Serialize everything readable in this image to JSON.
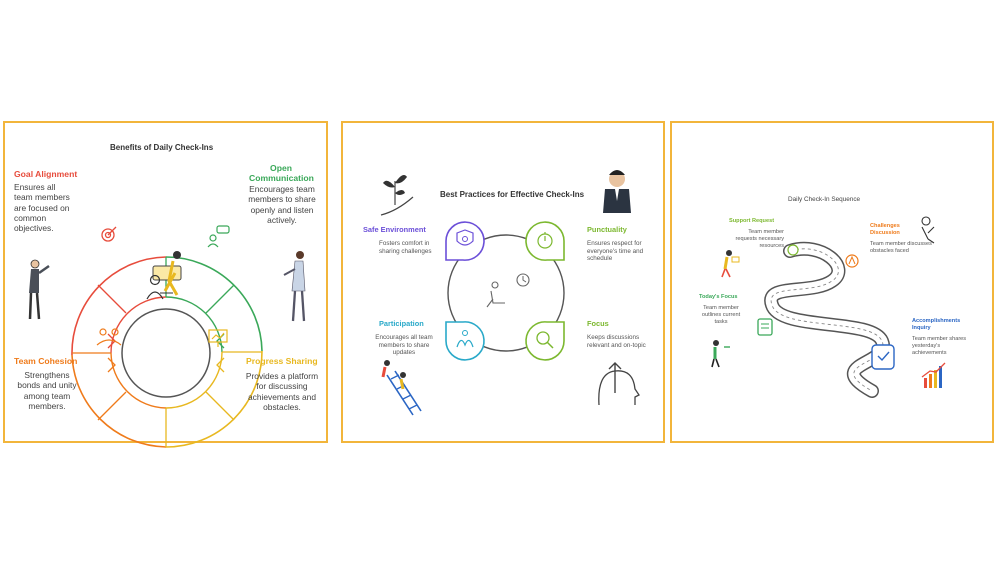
{
  "colors": {
    "border": "#f2b53b",
    "red": "#e74c3c",
    "green": "#3aa859",
    "yellow": "#e8b820",
    "orange": "#ef7b1b",
    "blue": "#6b4fd8",
    "teal": "#29a9c9",
    "lime": "#7cb82f",
    "navy": "#2b66c4"
  },
  "benefits": {
    "title": "Benefits of Daily Check-Ins",
    "goal": {
      "heading": "Goal Alignment",
      "text": "Ensures all team members are focused on common objectives."
    },
    "open": {
      "heading": "Open Communication",
      "text": "Encourages team members to share openly and listen actively."
    },
    "cohesion": {
      "heading": "Team Cohesion",
      "text": "Strengthens bonds and unity among team members."
    },
    "progress": {
      "heading": "Progress Sharing",
      "text": "Provides a platform for discussing achievements and obstacles."
    }
  },
  "practices": {
    "title": "Best Practices for Effective Check-Ins",
    "safe": {
      "heading": "Safe Environment",
      "text": "Fosters comfort in sharing challenges"
    },
    "punctuality": {
      "heading": "Punctuality",
      "text": "Ensures respect for everyone's time and schedule"
    },
    "participation": {
      "heading": "Participation",
      "text": "Encourages all team members to share updates"
    },
    "focus": {
      "heading": "Focus",
      "text": "Keeps discussions relevant and on-topic"
    }
  },
  "sequence": {
    "title": "Daily Check-In Sequence",
    "support": {
      "heading": "Support Request",
      "text": "Team member requests necessary resources"
    },
    "challenges": {
      "heading": "Challenges Discussion",
      "text": "Team member discusses obstacles faced"
    },
    "today": {
      "heading": "Today's Focus",
      "text": "Team member outlines current tasks"
    },
    "accomplishments": {
      "heading": "Accomplishments Inquiry",
      "text": "Team member shares yesterday's achievements"
    }
  }
}
